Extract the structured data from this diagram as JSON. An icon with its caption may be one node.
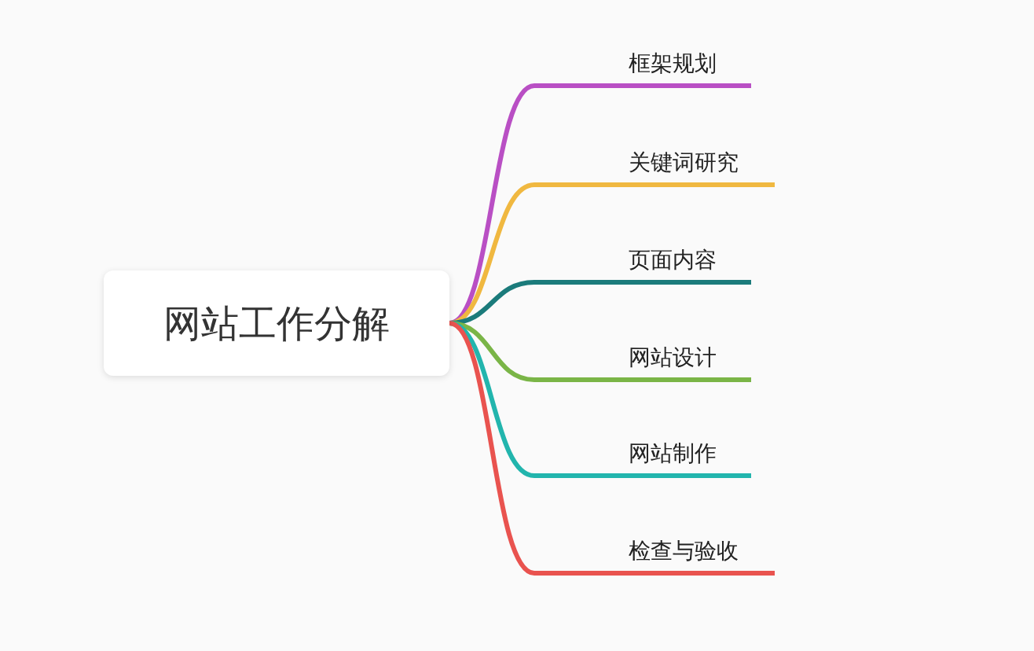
{
  "diagram": {
    "nodes": [
      {
        "text": [
          "网站工作分解"
        ]
      },
      {
        "text": [
          "框架规划"
        ]
      },
      {
        "text": [
          "关键词研究"
        ]
      },
      {
        "text": [
          "页面内容"
        ]
      },
      {
        "text": [
          "网站设计"
        ]
      },
      {
        "text": [
          "网站制作"
        ]
      },
      {
        "text": [
          "检查与验收"
        ]
      }
    ],
    "edges": [
      {
        "from": 0,
        "to": 1,
        "arrow": "none",
        "color": "#b94fc4"
      },
      {
        "from": 0,
        "to": 2,
        "arrow": "none",
        "color": "#f0b840"
      },
      {
        "from": 0,
        "to": 3,
        "arrow": "none",
        "color": "#1b7b7b"
      },
      {
        "from": 0,
        "to": 4,
        "arrow": "none",
        "color": "#7ab547"
      },
      {
        "from": 0,
        "to": 5,
        "arrow": "none",
        "color": "#22b5ad"
      },
      {
        "from": 0,
        "to": 6,
        "arrow": "none",
        "color": "#e9534f"
      }
    ]
  }
}
